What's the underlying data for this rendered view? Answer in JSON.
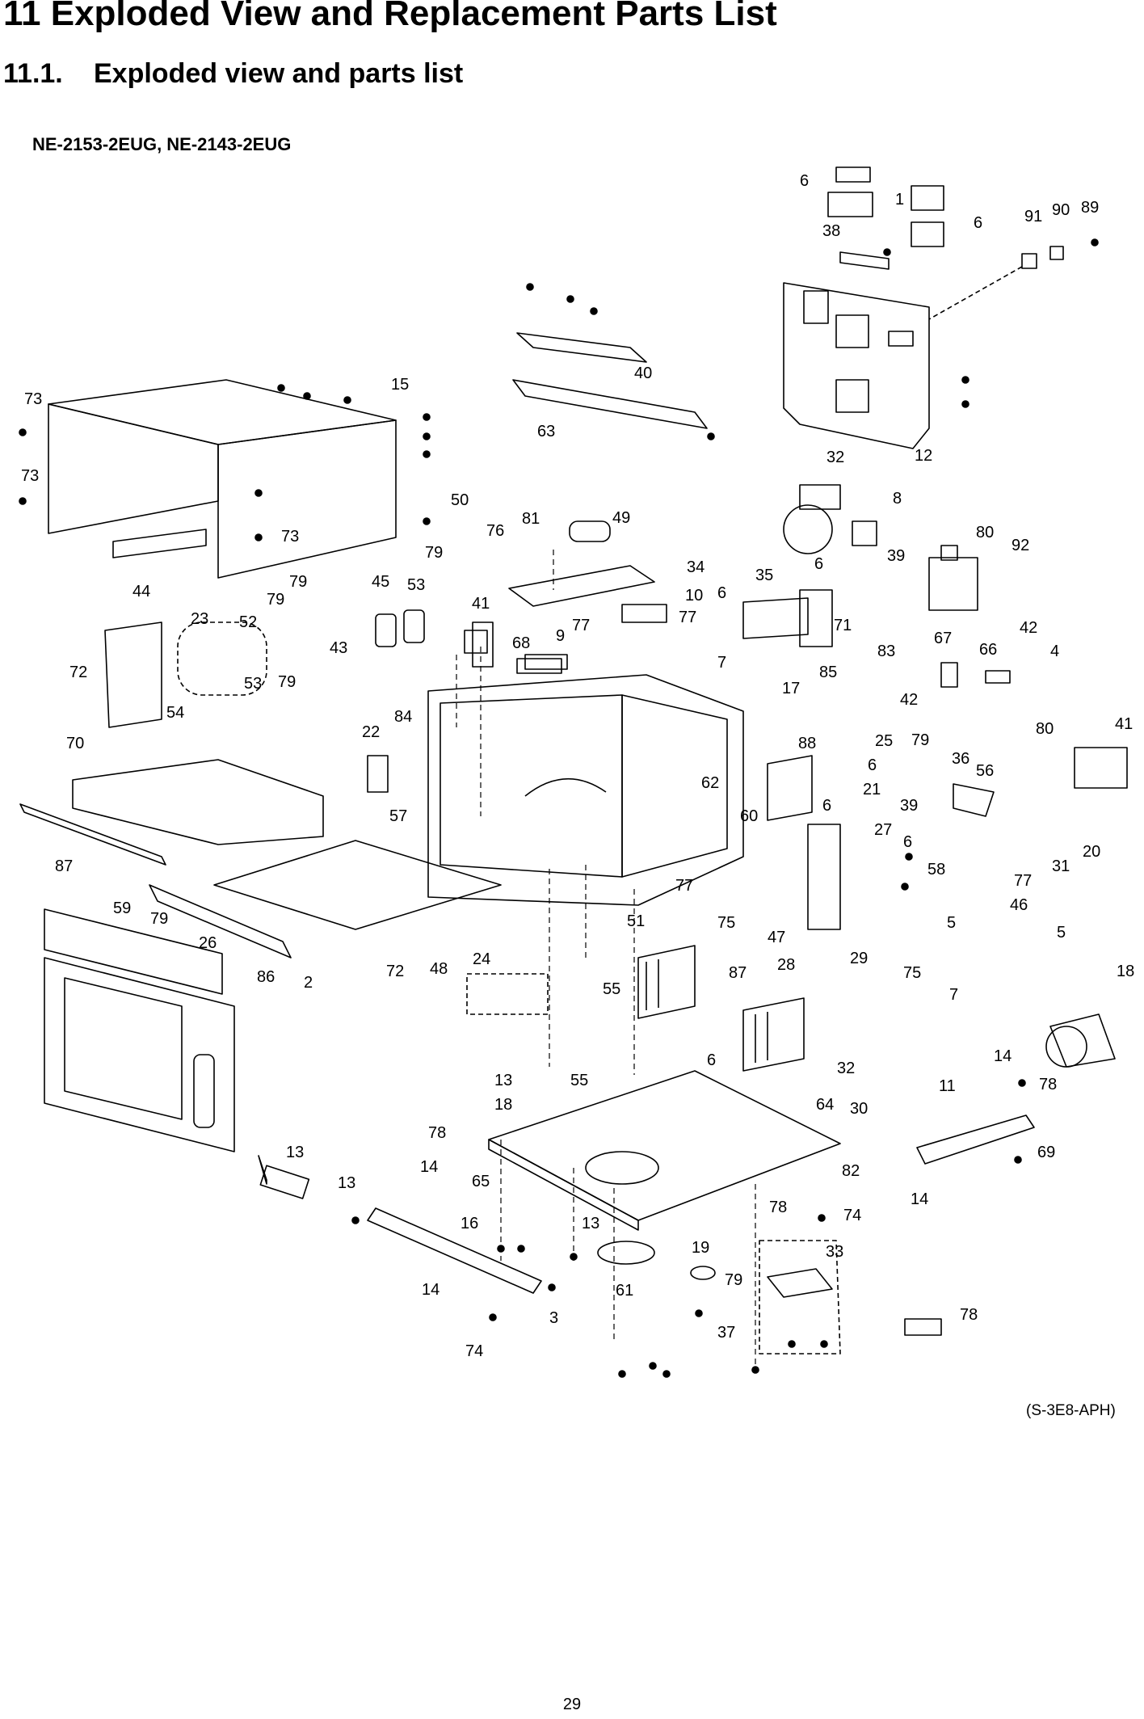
{
  "heading": "11 Exploded View and Replacement Parts List",
  "subheading": {
    "number": "11.1.",
    "text": "Exploded view and parts list"
  },
  "models": "NE-2153-2EUG, NE-2143-2EUG",
  "diagram_code": "(S-3E8-APH)",
  "page_number": "29",
  "callouts": [
    {
      "id": "c1",
      "text": "6"
    },
    {
      "id": "c2",
      "text": "1"
    },
    {
      "id": "c3",
      "text": "6"
    },
    {
      "id": "c4",
      "text": "38"
    },
    {
      "id": "c5",
      "text": "91"
    },
    {
      "id": "c6",
      "text": "90"
    },
    {
      "id": "c7",
      "text": "89"
    },
    {
      "id": "c8",
      "text": "40"
    },
    {
      "id": "c9",
      "text": "63"
    },
    {
      "id": "c10",
      "text": "12"
    },
    {
      "id": "c11",
      "text": "73"
    },
    {
      "id": "c12",
      "text": "15"
    },
    {
      "id": "c13",
      "text": "73"
    },
    {
      "id": "c14",
      "text": "73"
    },
    {
      "id": "c15",
      "text": "44"
    },
    {
      "id": "c16",
      "text": "32"
    },
    {
      "id": "c17",
      "text": "8"
    },
    {
      "id": "c18",
      "text": "50"
    },
    {
      "id": "c19",
      "text": "76"
    },
    {
      "id": "c20",
      "text": "81"
    },
    {
      "id": "c21",
      "text": "49"
    },
    {
      "id": "c22",
      "text": "79"
    },
    {
      "id": "c23",
      "text": "34"
    },
    {
      "id": "c24",
      "text": "80"
    },
    {
      "id": "c25",
      "text": "92"
    },
    {
      "id": "c26",
      "text": "39"
    },
    {
      "id": "c27",
      "text": "6"
    },
    {
      "id": "c28",
      "text": "35"
    },
    {
      "id": "c29",
      "text": "6"
    },
    {
      "id": "c30",
      "text": "10"
    },
    {
      "id": "c31",
      "text": "79"
    },
    {
      "id": "c32",
      "text": "45"
    },
    {
      "id": "c33",
      "text": "53"
    },
    {
      "id": "c34",
      "text": "41"
    },
    {
      "id": "c35",
      "text": "9"
    },
    {
      "id": "c36",
      "text": "77"
    },
    {
      "id": "c37",
      "text": "77"
    },
    {
      "id": "c38",
      "text": "71"
    },
    {
      "id": "c39",
      "text": "42"
    },
    {
      "id": "c40",
      "text": "23"
    },
    {
      "id": "c41",
      "text": "79"
    },
    {
      "id": "c42",
      "text": "52"
    },
    {
      "id": "c43",
      "text": "43"
    },
    {
      "id": "c44",
      "text": "68"
    },
    {
      "id": "c45",
      "text": "67"
    },
    {
      "id": "c46",
      "text": "66"
    },
    {
      "id": "c47",
      "text": "4"
    },
    {
      "id": "c48",
      "text": "83"
    },
    {
      "id": "c49",
      "text": "72"
    },
    {
      "id": "c50",
      "text": "53"
    },
    {
      "id": "c51",
      "text": "79"
    },
    {
      "id": "c52",
      "text": "7"
    },
    {
      "id": "c53",
      "text": "85"
    },
    {
      "id": "c54",
      "text": "54"
    },
    {
      "id": "c55",
      "text": "84"
    },
    {
      "id": "c56",
      "text": "17"
    },
    {
      "id": "c57",
      "text": "42"
    },
    {
      "id": "c58",
      "text": "80"
    },
    {
      "id": "c59",
      "text": "41"
    },
    {
      "id": "c60",
      "text": "22"
    },
    {
      "id": "c61",
      "text": "70"
    },
    {
      "id": "c62",
      "text": "25"
    },
    {
      "id": "c63",
      "text": "79"
    },
    {
      "id": "c64",
      "text": "88"
    },
    {
      "id": "c65",
      "text": "6"
    },
    {
      "id": "c66",
      "text": "36"
    },
    {
      "id": "c67",
      "text": "56"
    },
    {
      "id": "c68",
      "text": "62"
    },
    {
      "id": "c69",
      "text": "21"
    },
    {
      "id": "c70",
      "text": "57"
    },
    {
      "id": "c71",
      "text": "60"
    },
    {
      "id": "c72",
      "text": "6"
    },
    {
      "id": "c73",
      "text": "39"
    },
    {
      "id": "c74",
      "text": "20"
    },
    {
      "id": "c75",
      "text": "87"
    },
    {
      "id": "c76",
      "text": "27"
    },
    {
      "id": "c77",
      "text": "6"
    },
    {
      "id": "c78",
      "text": "31"
    },
    {
      "id": "c79",
      "text": "58"
    },
    {
      "id": "c80",
      "text": "77"
    },
    {
      "id": "c81",
      "text": "77"
    },
    {
      "id": "c82",
      "text": "75"
    },
    {
      "id": "c83",
      "text": "51"
    },
    {
      "id": "c84",
      "text": "46"
    },
    {
      "id": "c85",
      "text": "5"
    },
    {
      "id": "c86",
      "text": "59"
    },
    {
      "id": "c87",
      "text": "79"
    },
    {
      "id": "c88",
      "text": "26"
    },
    {
      "id": "c89",
      "text": "47"
    },
    {
      "id": "c90",
      "text": "5"
    },
    {
      "id": "c91",
      "text": "86"
    },
    {
      "id": "c92",
      "text": "2"
    },
    {
      "id": "c93",
      "text": "72"
    },
    {
      "id": "c94",
      "text": "24"
    },
    {
      "id": "c95",
      "text": "48"
    },
    {
      "id": "c96",
      "text": "55"
    },
    {
      "id": "c97",
      "text": "87"
    },
    {
      "id": "c98",
      "text": "29"
    },
    {
      "id": "c99",
      "text": "75"
    },
    {
      "id": "c100",
      "text": "28"
    },
    {
      "id": "c101",
      "text": "7"
    },
    {
      "id": "c102",
      "text": "18"
    },
    {
      "id": "c103",
      "text": "6"
    },
    {
      "id": "c104",
      "text": "14"
    },
    {
      "id": "c105",
      "text": "13"
    },
    {
      "id": "c106",
      "text": "55"
    },
    {
      "id": "c107",
      "text": "32"
    },
    {
      "id": "c108",
      "text": "78"
    },
    {
      "id": "c109",
      "text": "18"
    },
    {
      "id": "c110",
      "text": "64"
    },
    {
      "id": "c111",
      "text": "11"
    },
    {
      "id": "c112",
      "text": "30"
    },
    {
      "id": "c113",
      "text": "13"
    },
    {
      "id": "c114",
      "text": "78"
    },
    {
      "id": "c115",
      "text": "14"
    },
    {
      "id": "c116",
      "text": "65"
    },
    {
      "id": "c117",
      "text": "69"
    },
    {
      "id": "c118",
      "text": "13"
    },
    {
      "id": "c119",
      "text": "82"
    },
    {
      "id": "c120",
      "text": "14"
    },
    {
      "id": "c121",
      "text": "78"
    },
    {
      "id": "c122",
      "text": "74"
    },
    {
      "id": "c123",
      "text": "16"
    },
    {
      "id": "c124",
      "text": "13"
    },
    {
      "id": "c125",
      "text": "19"
    },
    {
      "id": "c126",
      "text": "33"
    },
    {
      "id": "c127",
      "text": "14"
    },
    {
      "id": "c128",
      "text": "79"
    },
    {
      "id": "c129",
      "text": "61"
    },
    {
      "id": "c130",
      "text": "3"
    },
    {
      "id": "c131",
      "text": "78"
    },
    {
      "id": "c132",
      "text": "37"
    },
    {
      "id": "c133",
      "text": "74"
    }
  ]
}
